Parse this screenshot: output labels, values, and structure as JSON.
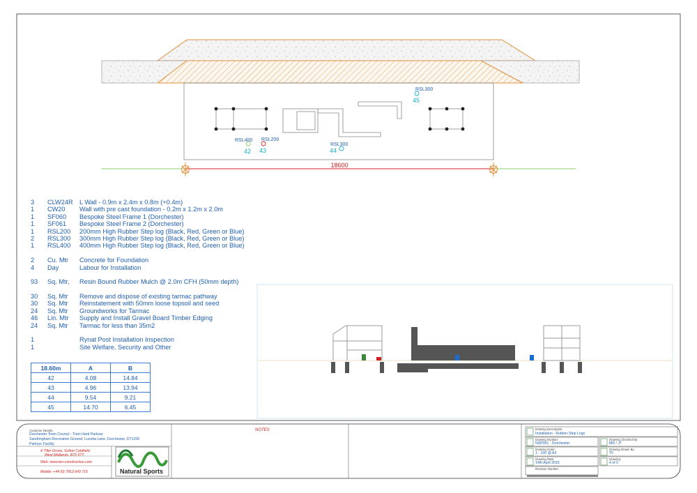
{
  "plan": {
    "labels": [
      {
        "code": "RSL300",
        "num": "45"
      },
      {
        "code": "RSL400",
        "num": "42"
      },
      {
        "code": "RSL200",
        "num": "43"
      },
      {
        "code": "RSL300",
        "num": "44"
      }
    ],
    "dimension": "18600"
  },
  "bom": [
    {
      "qty": "3",
      "unit": "CLW24R",
      "desc": "L Wall - 0.9m x 2.4m x 0.8m (+0.4m)"
    },
    {
      "qty": "1",
      "unit": "CW20",
      "desc": "Wall with pre cast foundation - 0.2m x 1.2m x 2.0m"
    },
    {
      "qty": "1",
      "unit": "SF060",
      "desc": "Bespoke Steel Frame 1 (Dorchester)"
    },
    {
      "qty": "1",
      "unit": "SF061",
      "desc": "Bespoke Steel Frame 2 (Dorchester)"
    },
    {
      "qty": "1",
      "unit": "RSL200",
      "desc": "200mm High Rubber Step log (Black, Red, Green or Blue)"
    },
    {
      "qty": "2",
      "unit": "RSL300",
      "desc": "300mm High Rubber Step log (Black, Red, Green or Blue)"
    },
    {
      "qty": "1",
      "unit": "RSL400",
      "desc": "400mm High Rubber Step log (Black, Red, Green or Blue)"
    },
    {
      "gap": true
    },
    {
      "qty": "2",
      "unit": "Cu. Mtr",
      "desc": "Concrete for Foundation"
    },
    {
      "qty": "4",
      "unit": "Day",
      "desc": "Labour for Installation"
    },
    {
      "gap": true
    },
    {
      "qty": "93",
      "unit": "Sq. Mtr,",
      "desc": "Resin Bound Rubber Mulch @ 2.0m CFH (50mm depth)"
    },
    {
      "gap": true
    },
    {
      "qty": "30",
      "unit": "Sq. Mtr",
      "desc": "Remove and dispose of existing tarmac pathway"
    },
    {
      "qty": "30",
      "unit": "Sq. Mtr",
      "desc": "Reinstatement with 50mm loose topsoil and seed"
    },
    {
      "qty": "24",
      "unit": "Sq. Mtr",
      "desc": "Groundworks for Tarmac"
    },
    {
      "qty": "46",
      "unit": "Lin. Mtr",
      "desc": "Supply and Install Gravel Board Timber Edging"
    },
    {
      "qty": "24",
      "unit": "Sq. Mtr",
      "desc": "Tarmac for less than 35m2"
    },
    {
      "gap": true
    },
    {
      "qty": "1",
      "unit": "",
      "desc": "Rynat Post Installation Inspection"
    },
    {
      "qty": "1",
      "unit": "",
      "desc": "Site Welfare, Security and Other"
    }
  ],
  "distances": {
    "headers": [
      "18.60m",
      "A",
      "B"
    ],
    "rows": [
      [
        "42",
        "4.08",
        "14.84"
      ],
      [
        "43",
        "4.96",
        "13.94"
      ],
      [
        "44",
        "9.54",
        "9.21"
      ],
      [
        "45",
        "14.70",
        "6.45"
      ]
    ]
  },
  "title_block": {
    "customer_label": "Customer Details:",
    "customer_lines": [
      "Dorchester Town Council - Train Hard Parkour",
      "Sandringham Recreation Ground, Lucetta Lane, Dorchester, DT1200",
      "Parkour Facility"
    ],
    "address_lines": [
      "4  Tiller Grove, Sutton Coldfield,",
      "West Midlands. B75 5TT"
    ],
    "web": "Web: www.ten-construction.com",
    "mobile": "Mobile: +44 (0) 7813 643 715",
    "logo_text": "Natural Sports",
    "notes_label": "NOTES",
    "fields": [
      {
        "label": "Drawing Description:",
        "value": "Installation - Rubber Step Logs"
      },
      {
        "label": "Drawing Number:",
        "value": "NSP001 - Dorchester"
      },
      {
        "label": "Drawing Checked By:",
        "value": "MR / JT"
      },
      {
        "label": "Drawing Scale:",
        "value": "1 - 100 @ A3"
      },
      {
        "label": "Drawing Drawn By:",
        "value": "TF"
      },
      {
        "label": "Drawing Date:",
        "value": "14th April 2015"
      },
      {
        "label": "Drawing:",
        "value": "4 of 5"
      },
      {
        "label": "Revision Number:",
        "value": ""
      }
    ]
  },
  "colors": {
    "blue_text": "#1f5fb0",
    "cyan_text": "#1ab0c8",
    "orange_line": "#e0903a",
    "red_dim": "#d42020",
    "green_ground": "#8ccf6a",
    "concrete": "#555555"
  }
}
